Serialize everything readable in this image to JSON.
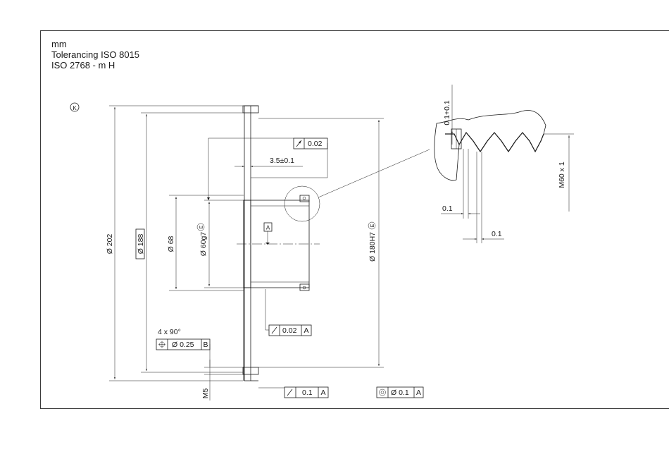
{
  "notes": {
    "units": "mm",
    "tolerancing": "Tolerancing ISO 8015",
    "general_tolerance": "ISO 2768 - m H"
  },
  "symbols": {
    "top_left_circle": "K",
    "envelope": "E"
  },
  "dimensions": {
    "d202": "Ø 202",
    "d188": "Ø 188",
    "d68": "Ø 68",
    "d60g7": "Ø 60g7",
    "d180H7": "Ø 180H7",
    "thick35": "3.5±0.1",
    "m60": "M60 x 1",
    "tol01": "0.1+0.1",
    "detail01a": "0.1",
    "detail01b": "0.1",
    "chamfer": "4 x 90°",
    "m5": "M5",
    "datumA": "A",
    "datumB": "B"
  },
  "fcf": {
    "runout002_value": "0.02",
    "runout002A_value": "0.02",
    "runout002A_datum": "A",
    "position_value": "Ø 0.25",
    "position_datum": "B",
    "runout01A_value": "0.1",
    "runout01A_datum": "A",
    "concentric_value": "Ø 0.1",
    "concentric_datum": "A"
  }
}
